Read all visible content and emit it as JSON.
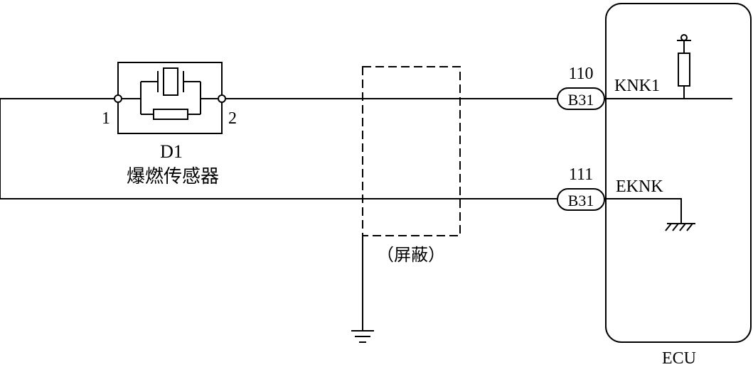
{
  "sensor": {
    "id": "D1",
    "name": "爆燃传感器",
    "pin_left": "1",
    "pin_right": "2"
  },
  "shield": {
    "label": "（屏蔽）"
  },
  "ecu": {
    "label": "ECU",
    "pins": [
      {
        "number": "110",
        "connector": "B31",
        "signal": "KNK1"
      },
      {
        "number": "111",
        "connector": "B31",
        "signal": "EKNK"
      }
    ]
  }
}
